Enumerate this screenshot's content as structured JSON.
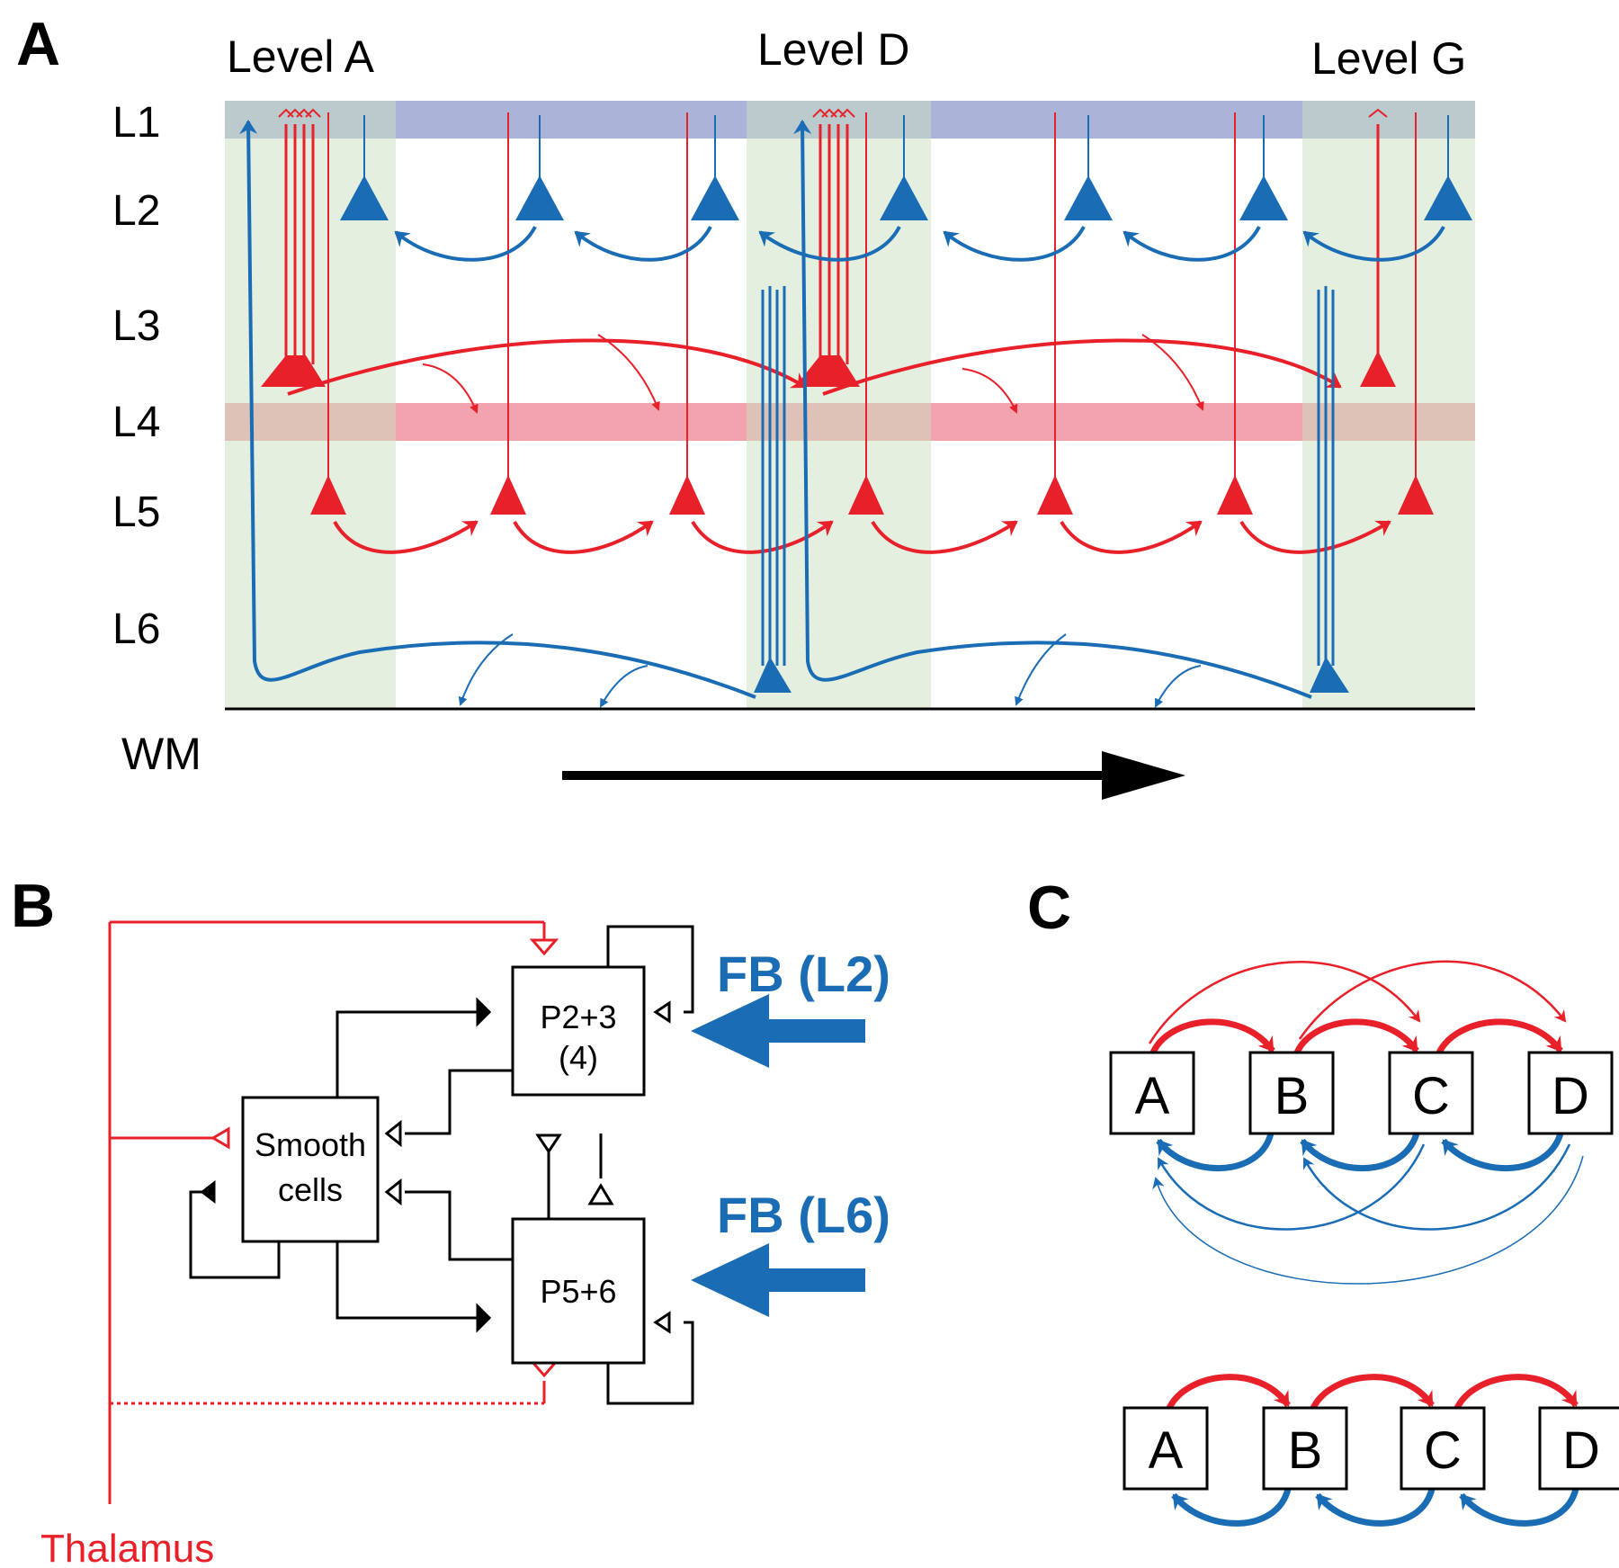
{
  "panels": {
    "a": {
      "letter": "A"
    },
    "b": {
      "letter": "B"
    },
    "c": {
      "letter": "C"
    }
  },
  "panel_a": {
    "levels": [
      "Level A",
      "Level D",
      "Level G"
    ],
    "layers": [
      "L1",
      "L2",
      "L3",
      "L4",
      "L5",
      "L6"
    ],
    "white_matter": "WM"
  },
  "panel_b": {
    "smooth_line1": "Smooth",
    "smooth_line2": "cells",
    "p23_line1": "P2+3",
    "p23_line2": "(4)",
    "p56": "P5+6",
    "fb_l2": "FB (L2)",
    "fb_l6": "FB (L6)",
    "thalamus": "Thalamus"
  },
  "panel_c": {
    "top_nodes": [
      "A",
      "B",
      "C",
      "D"
    ],
    "bottom_nodes": [
      "A",
      "B",
      "C",
      "D"
    ]
  },
  "colors": {
    "red": "#e8202a",
    "blue": "#1a6db5",
    "l1_band": "#aab4d8",
    "l4_band": "#f2a3ad",
    "column_shade": "#e3efdf"
  }
}
